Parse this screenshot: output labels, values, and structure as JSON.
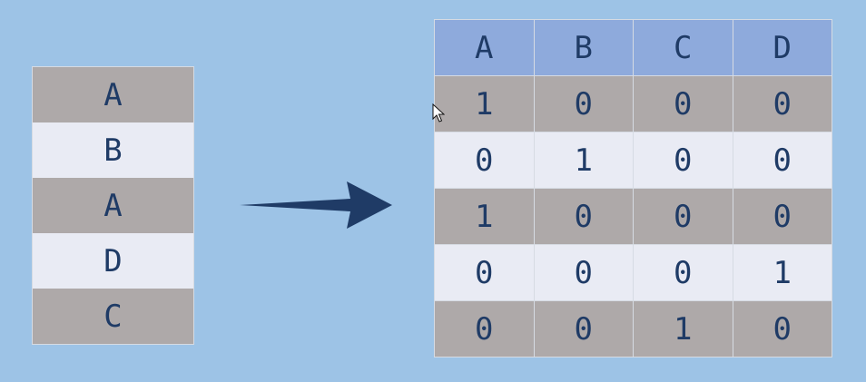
{
  "left_column": {
    "values": [
      "A",
      "B",
      "A",
      "D",
      "C"
    ]
  },
  "one_hot_table": {
    "headers": [
      "A",
      "B",
      "C",
      "D"
    ],
    "rows": [
      [
        "1",
        "0",
        "0",
        "0"
      ],
      [
        "0",
        "1",
        "0",
        "0"
      ],
      [
        "1",
        "0",
        "0",
        "0"
      ],
      [
        "0",
        "0",
        "0",
        "1"
      ],
      [
        "0",
        "0",
        "1",
        "0"
      ]
    ]
  },
  "colors": {
    "background": "#9dc3e6",
    "row_gray": "#aea9a9",
    "row_light": "#e9ebf4",
    "header": "#8eaadc",
    "text": "#1f3b66",
    "arrow": "#1f3b66"
  },
  "icons": {
    "arrow": "right-arrow-icon",
    "cursor": "mouse-pointer-icon"
  }
}
